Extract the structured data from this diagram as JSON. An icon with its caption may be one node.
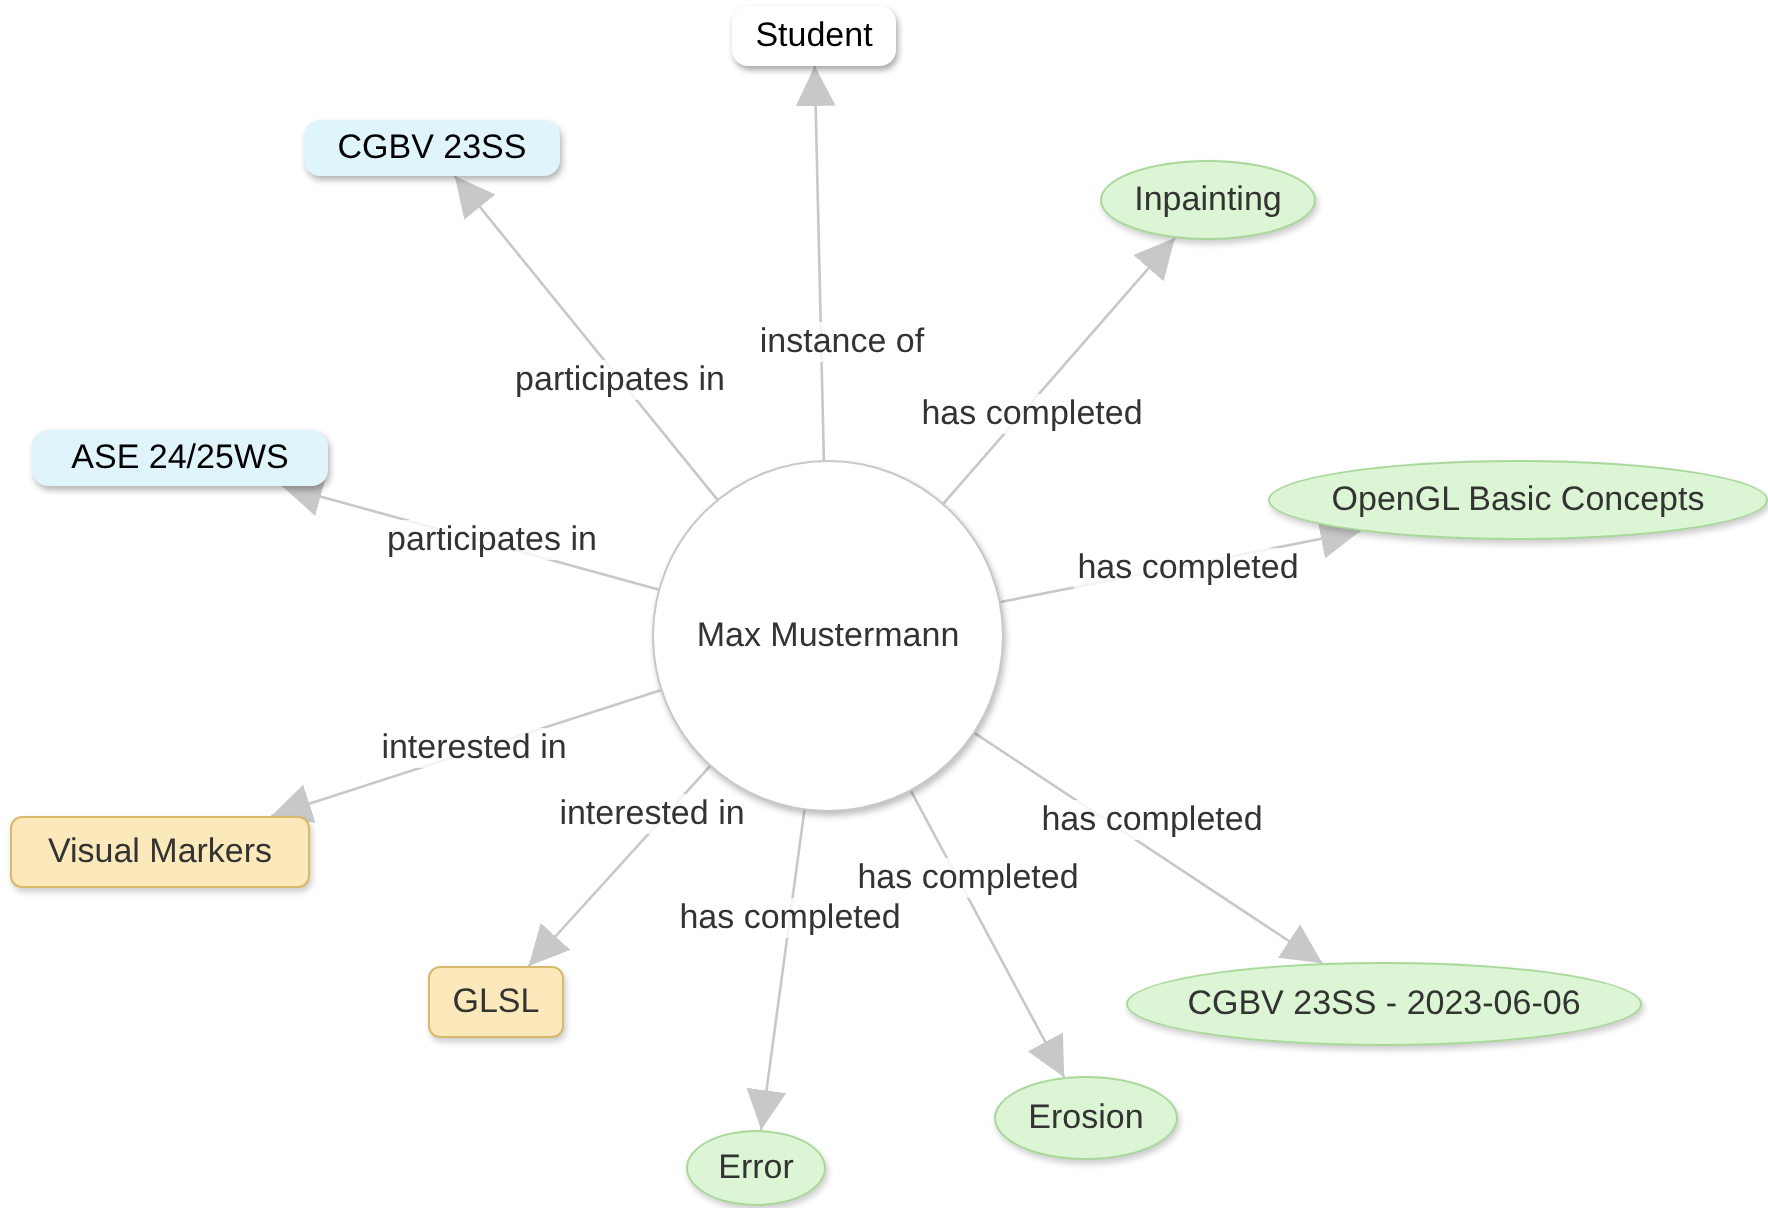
{
  "diagram": {
    "nodes": [
      {
        "text": [
          "Max Mustermann"
        ]
      },
      {
        "text": [
          "Student"
        ]
      },
      {
        "text": [
          "CGBV 23SS"
        ]
      },
      {
        "text": [
          "ASE 24/25WS"
        ]
      },
      {
        "text": [
          "Inpainting"
        ]
      },
      {
        "text": [
          "OpenGL Basic Concepts"
        ]
      },
      {
        "text": [
          "Visual Markers"
        ]
      },
      {
        "text": [
          "GLSL"
        ]
      },
      {
        "text": [
          "CGBV 23SS - 2023-06-06"
        ]
      },
      {
        "text": [
          "Erosion"
        ]
      },
      {
        "text": [
          "Error"
        ]
      }
    ],
    "edges": [
      {
        "from": 0,
        "to": 1,
        "arrow": "to",
        "label": "instance of"
      },
      {
        "from": 0,
        "to": 2,
        "arrow": "to",
        "label": "participates in"
      },
      {
        "from": 0,
        "to": 3,
        "arrow": "to",
        "label": "participates in"
      },
      {
        "from": 0,
        "to": 4,
        "arrow": "to",
        "label": "has completed"
      },
      {
        "from": 0,
        "to": 5,
        "arrow": "to",
        "label": "has completed"
      },
      {
        "from": 0,
        "to": 6,
        "arrow": "to",
        "label": "interested in"
      },
      {
        "from": 0,
        "to": 7,
        "arrow": "to",
        "label": "interested in"
      },
      {
        "from": 0,
        "to": 8,
        "arrow": "to",
        "label": "has completed"
      },
      {
        "from": 0,
        "to": 9,
        "arrow": "to",
        "label": "has completed"
      },
      {
        "from": 0,
        "to": 10,
        "arrow": "to",
        "label": "has completed"
      }
    ]
  }
}
